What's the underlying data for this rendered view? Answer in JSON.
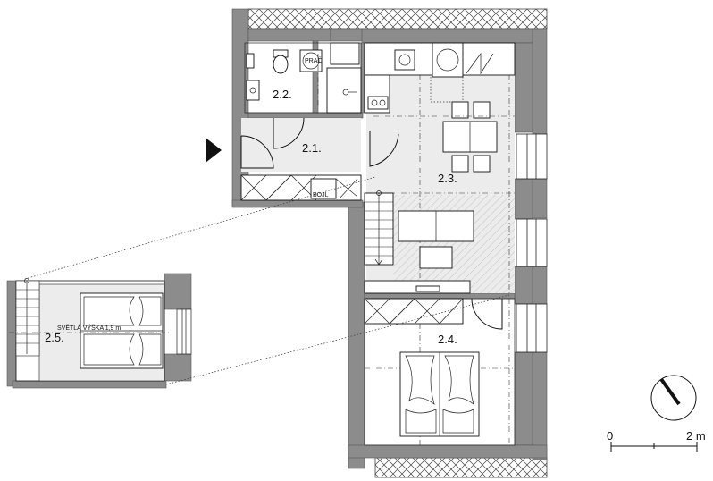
{
  "rooms": [
    {
      "id": "2.1.",
      "label": "2.1."
    },
    {
      "id": "2.2.",
      "label": "2.2."
    },
    {
      "id": "2.3.",
      "label": "2.3."
    },
    {
      "id": "2.4.",
      "label": "2.4."
    },
    {
      "id": "2.5.",
      "label": "2.5."
    }
  ],
  "annotations": {
    "boiler": "BOJL",
    "washer": "PRAČ",
    "clear_height": "SVĚTLÁ VÝŠKA 1,9 m"
  },
  "scale": {
    "start": "0",
    "end": "2 m"
  },
  "colors": {
    "wall": "#8c8c8c",
    "floor": "#ececec",
    "line": "#111111"
  }
}
